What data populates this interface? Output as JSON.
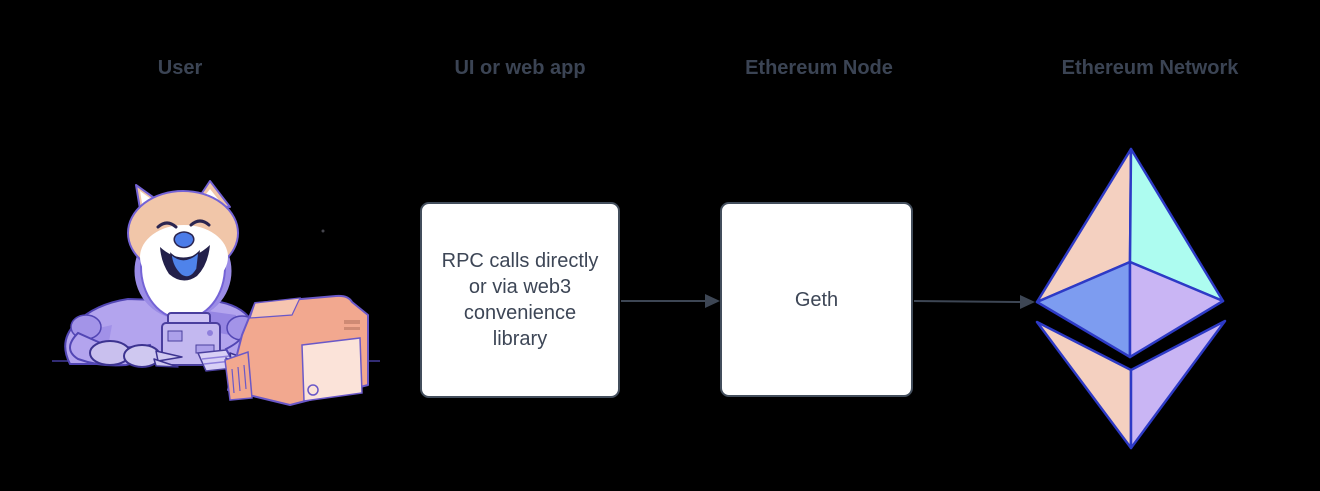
{
  "diagram": {
    "columns": [
      {
        "label": "User"
      },
      {
        "label": "UI or web app"
      },
      {
        "label": "Ethereum Node"
      },
      {
        "label": "Ethereum Network"
      }
    ],
    "boxes": [
      {
        "name": "rpc-box",
        "lines": [
          "RPC calls directly",
          "or via web3",
          "convenience",
          "library"
        ]
      },
      {
        "name": "geth-box",
        "label": "Geth"
      }
    ],
    "icons": [
      {
        "name": "doge-astronaut-computer-icon",
        "meaning": "Shiba Inu doge in a spacesuit typing on a retro computer"
      },
      {
        "name": "ethereum-logo-icon",
        "meaning": "Ethereum octahedron logo"
      },
      {
        "name": "arrow-right-icon",
        "meaning": "flow arrow from web app to Ethereum node"
      },
      {
        "name": "arrow-right-icon",
        "meaning": "flow arrow from Ethereum node to Ethereum network"
      }
    ],
    "colors": {
      "background": "#000000",
      "heading_text": "#3b4454",
      "box_fill": "#ffffff",
      "box_border": "#434e5c",
      "box_text": "#3d4656",
      "arrow": "#3d4654",
      "eth_stroke": "#2d3ac6",
      "eth_peach": "#f4d0c0",
      "eth_cyan": "#adfcf0",
      "eth_blue": "#7d9cf0",
      "eth_lavender": "#c9b5f4",
      "doge_fur": "#f1c6a9",
      "doge_suit": "#b3a4ee",
      "doge_tongue": "#4f83ea",
      "computer_body": "#f2a88f"
    }
  }
}
